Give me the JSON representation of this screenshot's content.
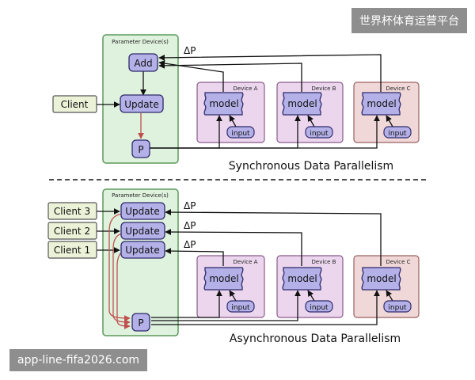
{
  "sync": {
    "param_title": "Parameter Device(s)",
    "add": "Add",
    "update": "Update",
    "p": "P",
    "client": "Client",
    "delta": "ΔP",
    "devices": [
      {
        "title": "Device A",
        "model": "model",
        "input": "input"
      },
      {
        "title": "Device B",
        "model": "model",
        "input": "input"
      },
      {
        "title": "Device C",
        "model": "model",
        "input": "input"
      }
    ],
    "caption": "Synchronous Data Parallelism"
  },
  "async": {
    "param_title": "Parameter Device(s)",
    "updates": [
      "Update",
      "Update",
      "Update"
    ],
    "p": "P",
    "clients": [
      "Client 3",
      "Client 2",
      "Client 1"
    ],
    "deltas": [
      "ΔP",
      "ΔP",
      "ΔP"
    ],
    "devices": [
      {
        "title": "Device A",
        "model": "model",
        "input": "input"
      },
      {
        "title": "Device B",
        "model": "model",
        "input": "input"
      },
      {
        "title": "Device C",
        "model": "model",
        "input": "input"
      }
    ],
    "caption": "Asynchronous Data Parallelism"
  },
  "watermark_top": "世界杯体育运营平台",
  "watermark_bottom": "app-line-fifa2026.com",
  "colors": {
    "param_fill": "#dff2de",
    "param_stroke": "#5d9a5d",
    "node_fill": "#b4b1e8",
    "node_stroke": "#2d2a6a",
    "client_fill": "#ecf2d8",
    "device_a_fill": "#ecd6ee",
    "device_b_fill": "#ecd6ee",
    "device_c_fill": "#f1d8d8",
    "red_arrow": "#c0504d"
  }
}
